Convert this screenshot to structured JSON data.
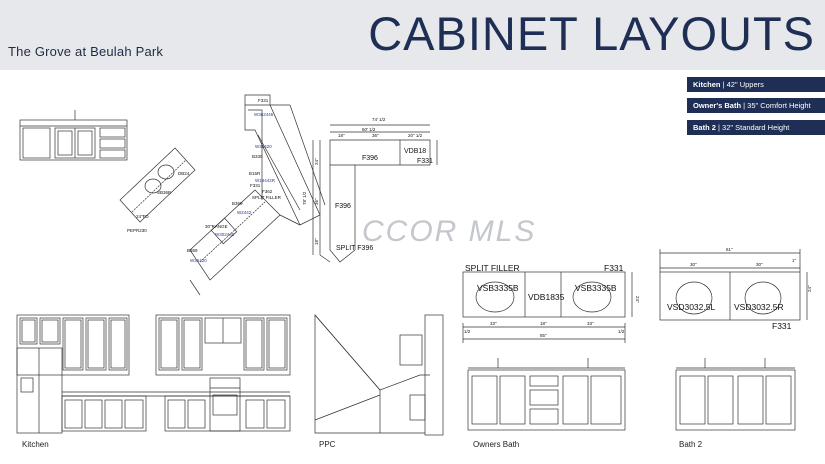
{
  "header": {
    "subtitle": "The Grove at Beulah Park",
    "title": "CABINET LAYOUTS"
  },
  "legend": [
    {
      "name": "Kitchen",
      "detail": " | 42\" Uppers"
    },
    {
      "name": "Owner's Bath",
      "detail": " | 35\" Comfort Height"
    },
    {
      "name": "Bath 2",
      "detail": " | 32\" Standard Height"
    }
  ],
  "watermark": "CCOR MLS",
  "captions": {
    "kitchen": "Kitchen",
    "ppc": "PPC",
    "owners_bath": "Owners Bath",
    "bath2": "Bath 2"
  },
  "kitchen_plan": {
    "labels": [
      "DB24",
      "SB36B",
      "24\"FD",
      "PEPR230",
      "F331",
      "W362445",
      "B330",
      "W33420",
      "B15R",
      "W18442R",
      "F331",
      "F362",
      "SPLIT FILLER",
      "B369",
      "W2442",
      "30\"RANGE",
      "W302440",
      "B369",
      "W36420"
    ]
  },
  "ppc_plan": {
    "dims": [
      "74' 1/2",
      "50' 1/2",
      "18\"",
      "36\"",
      "20\" 1/2",
      "78' 1/2",
      "24\"",
      "36\"",
      "18\""
    ],
    "labels": [
      "F396",
      "VDB18",
      "F331",
      "F396",
      "SPLIT F396"
    ]
  },
  "owners_bath_plan": {
    "split_filler": "SPLIT FILLER",
    "filler_right": "F331",
    "cabinets": [
      "VSB3335B",
      "VDB1835",
      "VSB3335B"
    ],
    "dims": [
      "33\"",
      "18\"",
      "33\"",
      "1/2",
      "1/2",
      "85\"",
      "24\""
    ]
  },
  "bath2_plan": {
    "dims": [
      "61\"",
      "30\"",
      "30\"",
      "1\"",
      "24\""
    ],
    "cabinets": [
      "VSD3032.5L",
      "VSD3032.5R"
    ],
    "filler": "F331"
  }
}
